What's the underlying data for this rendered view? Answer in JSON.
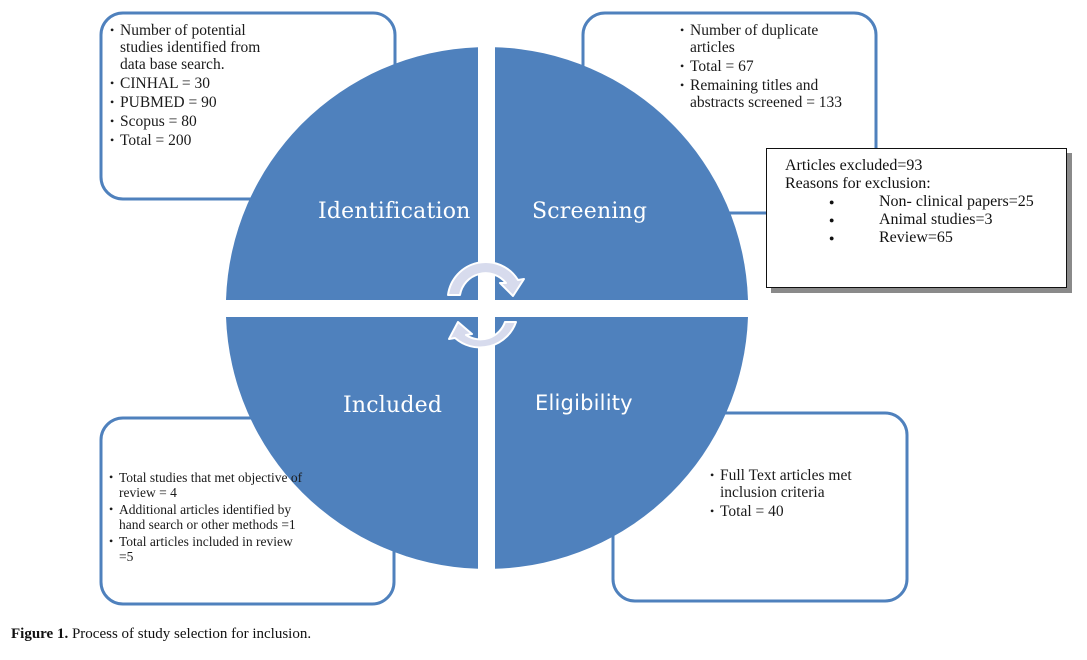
{
  "colors": {
    "quadrant_fill": "#4f81bd",
    "callout_border": "#4f81bd",
    "arrow_fill": "#d7dbed",
    "arrow_stroke": "#ffffff",
    "excluded_shadow": "#8a8a8a"
  },
  "quadrants": {
    "identification": "Identification",
    "screening": "Screening",
    "included": "Included",
    "eligibility": "Eligibility"
  },
  "callouts": {
    "identification": {
      "items": [
        "Number of potential studies identified from data base search.",
        "CINHAL = 30",
        "PUBMED = 90",
        "Scopus = 80",
        "Total = 200"
      ]
    },
    "screening": {
      "items": [
        "Number of duplicate articles",
        "Total = 67",
        "Remaining titles and abstracts screened = 133"
      ]
    },
    "eligibility": {
      "items": [
        "Full Text articles met inclusion criteria",
        "Total = 40"
      ]
    },
    "included": {
      "items": [
        "Total  studies that met objective of  review = 4",
        "Additional articles identified by hand search or other methods =1",
        "Total articles included in review =5"
      ]
    }
  },
  "excluded": {
    "title": "Articles  excluded=93",
    "subtitle": "Reasons for exclusion:",
    "reasons": [
      "Non-  clinical papers=25",
      "Animal studies=3",
      "Review=65"
    ]
  },
  "caption": {
    "label": "Figure 1.",
    "text": " Process of study selection for inclusion."
  },
  "icons": {
    "cycle_arrow_top": "clockwise-arc-arrow",
    "cycle_arrow_bottom": "clockwise-arc-arrow"
  }
}
